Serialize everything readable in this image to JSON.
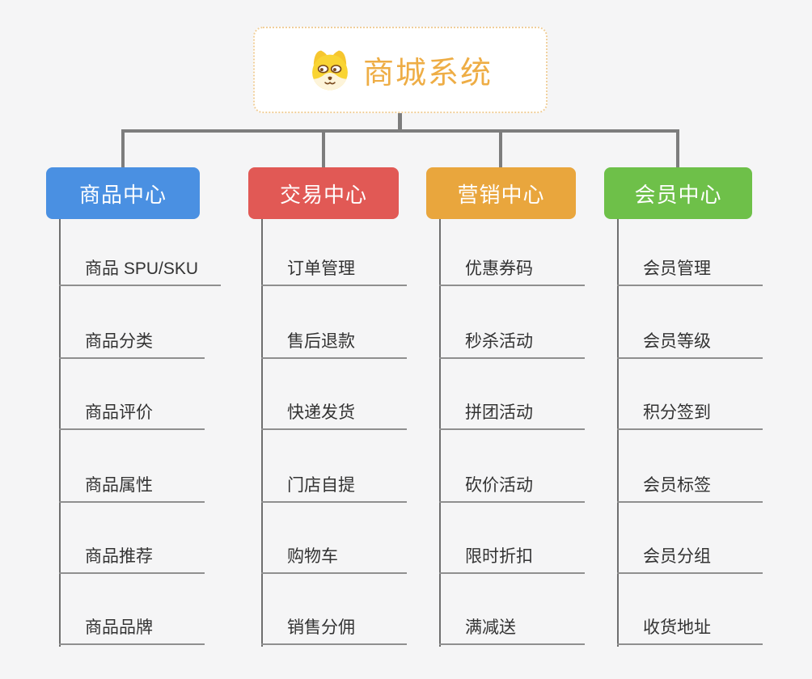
{
  "root": {
    "title": "商城系统",
    "icon": "dog-face-icon"
  },
  "branches": [
    {
      "label": "商品中心",
      "color": "#4a90e2",
      "children": [
        "商品 SPU/SKU",
        "商品分类",
        "商品评价",
        "商品属性",
        "商品推荐",
        "商品品牌"
      ]
    },
    {
      "label": "交易中心",
      "color": "#e15955",
      "children": [
        "订单管理",
        "售后退款",
        "快递发货",
        "门店自提",
        "购物车",
        "销售分佣"
      ]
    },
    {
      "label": "营销中心",
      "color": "#e9a63d",
      "children": [
        "优惠券码",
        "秒杀活动",
        "拼团活动",
        "砍价活动",
        "限时折扣",
        "满减送"
      ]
    },
    {
      "label": "会员中心",
      "color": "#6ec049",
      "children": [
        "会员管理",
        "会员等级",
        "积分签到",
        "会员标签",
        "会员分组",
        "收货地址"
      ]
    }
  ],
  "colors": {
    "background": "#f5f5f6",
    "connector_line": "#7d7d7d",
    "leaf_underline": "#8f8f8f",
    "leaf_text": "#333333",
    "root_text": "#eead45",
    "root_border": "#f0cf9b",
    "branch_text": "#ffffff"
  }
}
